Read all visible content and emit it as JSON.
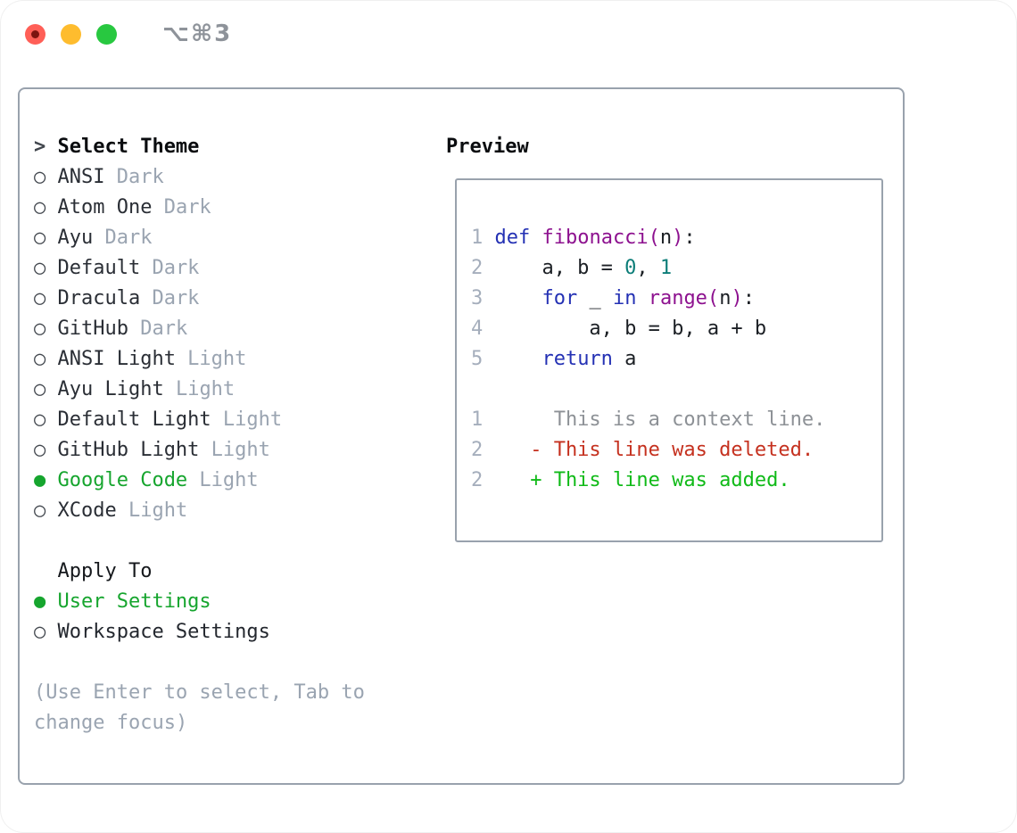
{
  "window": {
    "title": "⌥⌘3"
  },
  "markers": {
    "selected": "●",
    "unselected": "○",
    "prompt": ">"
  },
  "theme_selector": {
    "title": "Select Theme",
    "items": [
      {
        "name": "ANSI",
        "variant": "Dark",
        "selected": false
      },
      {
        "name": "Atom One",
        "variant": "Dark",
        "selected": false
      },
      {
        "name": "Ayu",
        "variant": "Dark",
        "selected": false
      },
      {
        "name": "Default",
        "variant": "Dark",
        "selected": false
      },
      {
        "name": "Dracula",
        "variant": "Dark",
        "selected": false
      },
      {
        "name": "GitHub",
        "variant": "Dark",
        "selected": false
      },
      {
        "name": "ANSI Light",
        "variant": "Light",
        "selected": false
      },
      {
        "name": "Ayu Light",
        "variant": "Light",
        "selected": false
      },
      {
        "name": "Default Light",
        "variant": "Light",
        "selected": false
      },
      {
        "name": "GitHub Light",
        "variant": "Light",
        "selected": false
      },
      {
        "name": "Google Code",
        "variant": "Light",
        "selected": true
      },
      {
        "name": "XCode",
        "variant": "Light",
        "selected": false
      }
    ]
  },
  "apply_to": {
    "title": "Apply To",
    "options": [
      {
        "name": "User Settings",
        "selected": true
      },
      {
        "name": "Workspace Settings",
        "selected": false
      }
    ]
  },
  "hint": {
    "line1": "(Use Enter to select, Tab to",
    "line2": "change focus)"
  },
  "preview": {
    "title": "Preview",
    "code_lines": [
      {
        "num": "1",
        "tokens": [
          [
            "def",
            "keyword"
          ],
          [
            " ",
            "plain"
          ],
          [
            "fibonacci(",
            "function"
          ],
          [
            "n",
            "plain"
          ],
          [
            ")",
            "function"
          ],
          [
            ":",
            "plain"
          ]
        ]
      },
      {
        "num": "2",
        "tokens": [
          [
            "    a, b = ",
            "plain"
          ],
          [
            "0",
            "number"
          ],
          [
            ", ",
            "plain"
          ],
          [
            "1",
            "number"
          ]
        ]
      },
      {
        "num": "3",
        "tokens": [
          [
            "    ",
            "plain"
          ],
          [
            "for",
            "keyword"
          ],
          [
            " _ ",
            "plain"
          ],
          [
            "in",
            "keyword"
          ],
          [
            " ",
            "plain"
          ],
          [
            "range(",
            "function"
          ],
          [
            "n",
            "plain"
          ],
          [
            ")",
            "function"
          ],
          [
            ":",
            "plain"
          ]
        ]
      },
      {
        "num": "4",
        "tokens": [
          [
            "        a, b = b, a + b",
            "plain"
          ]
        ]
      },
      {
        "num": "5",
        "tokens": [
          [
            "    ",
            "plain"
          ],
          [
            "return",
            "keyword"
          ],
          [
            " a",
            "plain"
          ]
        ]
      }
    ],
    "diff_lines": [
      {
        "num": "1",
        "text": "     This is a context line.",
        "kind": "context"
      },
      {
        "num": "2",
        "text": "   - This line was deleted.",
        "kind": "deleted"
      },
      {
        "num": "2",
        "text": "   + This line was added.",
        "kind": "added"
      }
    ]
  },
  "colors": {
    "text": "#23272e",
    "muted": "#9aa4b1",
    "green": "#16a52e",
    "keyword": "#2431b4",
    "function": "#8d118f",
    "number": "#0c7d78",
    "line_number": "#a5aebc",
    "context": "#8d9196",
    "deleted": "#c5311f",
    "added": "#10ba18",
    "border": "#99a2ad",
    "title_gray": "#8e939a",
    "tl_red": "#ff5f57",
    "tl_red_dot": "#7d1410",
    "tl_yellow": "#febc2e",
    "tl_green": "#28c840"
  }
}
